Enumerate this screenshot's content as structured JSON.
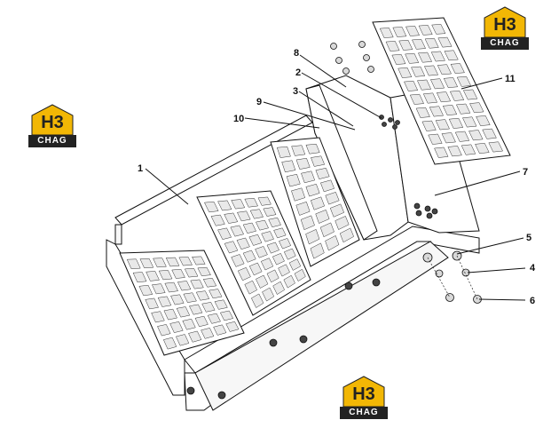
{
  "diagram": {
    "callouts": [
      {
        "id": "1",
        "label": "1"
      },
      {
        "id": "2",
        "label": "2"
      },
      {
        "id": "3",
        "label": "3"
      },
      {
        "id": "4",
        "label": "4"
      },
      {
        "id": "5",
        "label": "5"
      },
      {
        "id": "6",
        "label": "6"
      },
      {
        "id": "7",
        "label": "7"
      },
      {
        "id": "8",
        "label": "8"
      },
      {
        "id": "9",
        "label": "9"
      },
      {
        "id": "10",
        "label": "10"
      },
      {
        "id": "11",
        "label": "11"
      }
    ]
  },
  "logos": [
    {
      "top_text": "H3",
      "bottom_text": "CHAG"
    },
    {
      "top_text": "H3",
      "bottom_text": "CHAG"
    },
    {
      "top_text": "H3",
      "bottom_text": "CHAG"
    }
  ],
  "colors": {
    "logo_accent": "#f2b705",
    "logo_dark": "#222222",
    "line": "#111111"
  }
}
